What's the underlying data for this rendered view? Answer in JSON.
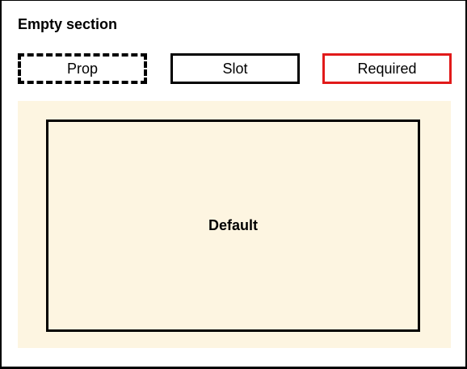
{
  "section": {
    "title": "Empty section"
  },
  "legend": {
    "prop_label": "Prop",
    "slot_label": "Slot",
    "required_label": "Required"
  },
  "slot_area": {
    "default_label": "Default"
  },
  "colors": {
    "border": "#000000",
    "required_border": "#e11a1a",
    "slot_area_background": "#fdf5e1",
    "background": "#ffffff"
  }
}
